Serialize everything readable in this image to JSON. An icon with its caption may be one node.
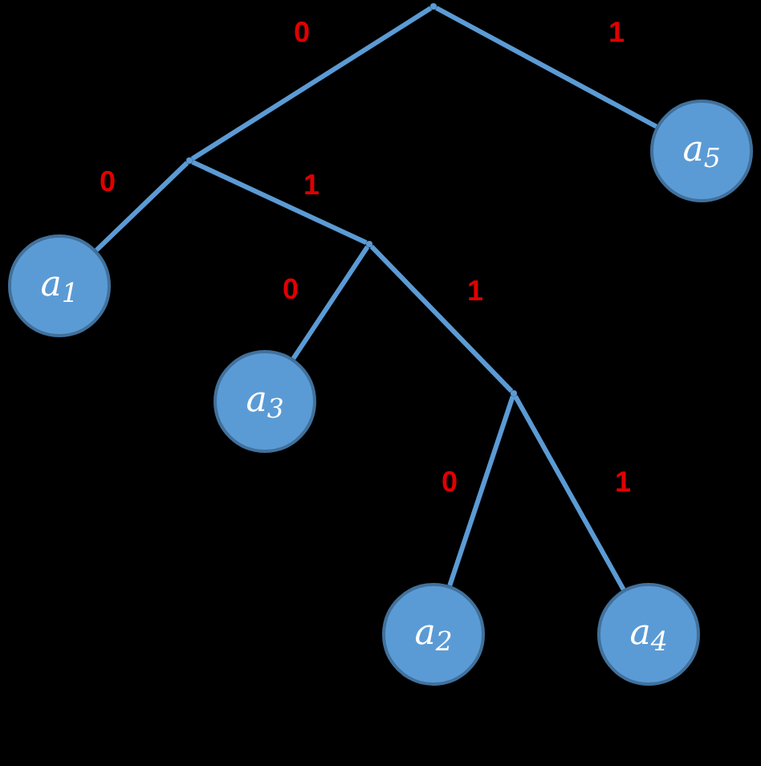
{
  "diagram": {
    "nodes": [
      {
        "text": [],
        "shape": "dot"
      },
      {
        "text": [
          "a$_{5}$"
        ]
      },
      {
        "text": [],
        "shape": "dot"
      },
      {
        "text": [
          "a$_{1}$"
        ]
      },
      {
        "text": [],
        "shape": "dot"
      },
      {
        "text": [
          "a$_{3}$"
        ]
      },
      {
        "text": [],
        "shape": "dot"
      },
      {
        "text": [
          "a$_{2}$"
        ]
      },
      {
        "text": [
          "a$_{4}$"
        ]
      }
    ],
    "edges": [
      {
        "from": 0,
        "to": 2,
        "arrow": "none",
        "label": "0"
      },
      {
        "from": 0,
        "to": 1,
        "arrow": "none",
        "label": "1"
      },
      {
        "from": 2,
        "to": 3,
        "arrow": "none",
        "label": "0"
      },
      {
        "from": 2,
        "to": 4,
        "arrow": "none",
        "label": "1"
      },
      {
        "from": 4,
        "to": 5,
        "arrow": "none",
        "label": "0"
      },
      {
        "from": 4,
        "to": 6,
        "arrow": "none",
        "label": "1"
      },
      {
        "from": 6,
        "to": 7,
        "arrow": "none",
        "label": "0"
      },
      {
        "from": 6,
        "to": 8,
        "arrow": "none",
        "label": "1"
      }
    ]
  }
}
